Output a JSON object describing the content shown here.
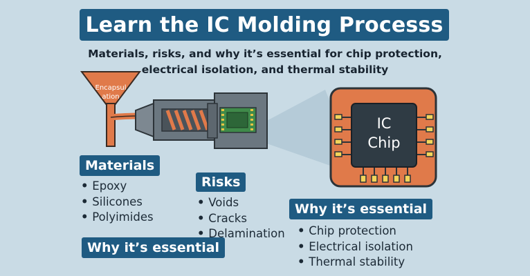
{
  "title": "Learn the IC Molding Processs",
  "subtitle": {
    "line1": "Materials, risks, and why it’s essential for chip protection,",
    "line2": "electrical isolation, and thermal stability"
  },
  "machine": {
    "hopper_label_line1": "Encapsul",
    "hopper_label_line2": "ation"
  },
  "chip": {
    "label_line1": "IC",
    "label_line2": "Chip"
  },
  "materials": {
    "heading": "Materials",
    "items": [
      "Epoxy",
      "Silicones",
      "Polyimides"
    ]
  },
  "risks": {
    "heading": "Risks",
    "items": [
      "Voids",
      "Cracks",
      "Delamination"
    ]
  },
  "why_left": {
    "heading": "Why it’s essential"
  },
  "why_right": {
    "heading": "Why it’s essential",
    "items": [
      "Chip protection",
      "Electrical isolation",
      "Thermal stability"
    ]
  },
  "colors": {
    "background": "#c9dbe5",
    "navy": "#1f5b82",
    "orange": "#e07a4a",
    "chip_dark": "#2f3b44",
    "machine_gray": "#6b7780",
    "pcb_green": "#3f8a4a"
  }
}
